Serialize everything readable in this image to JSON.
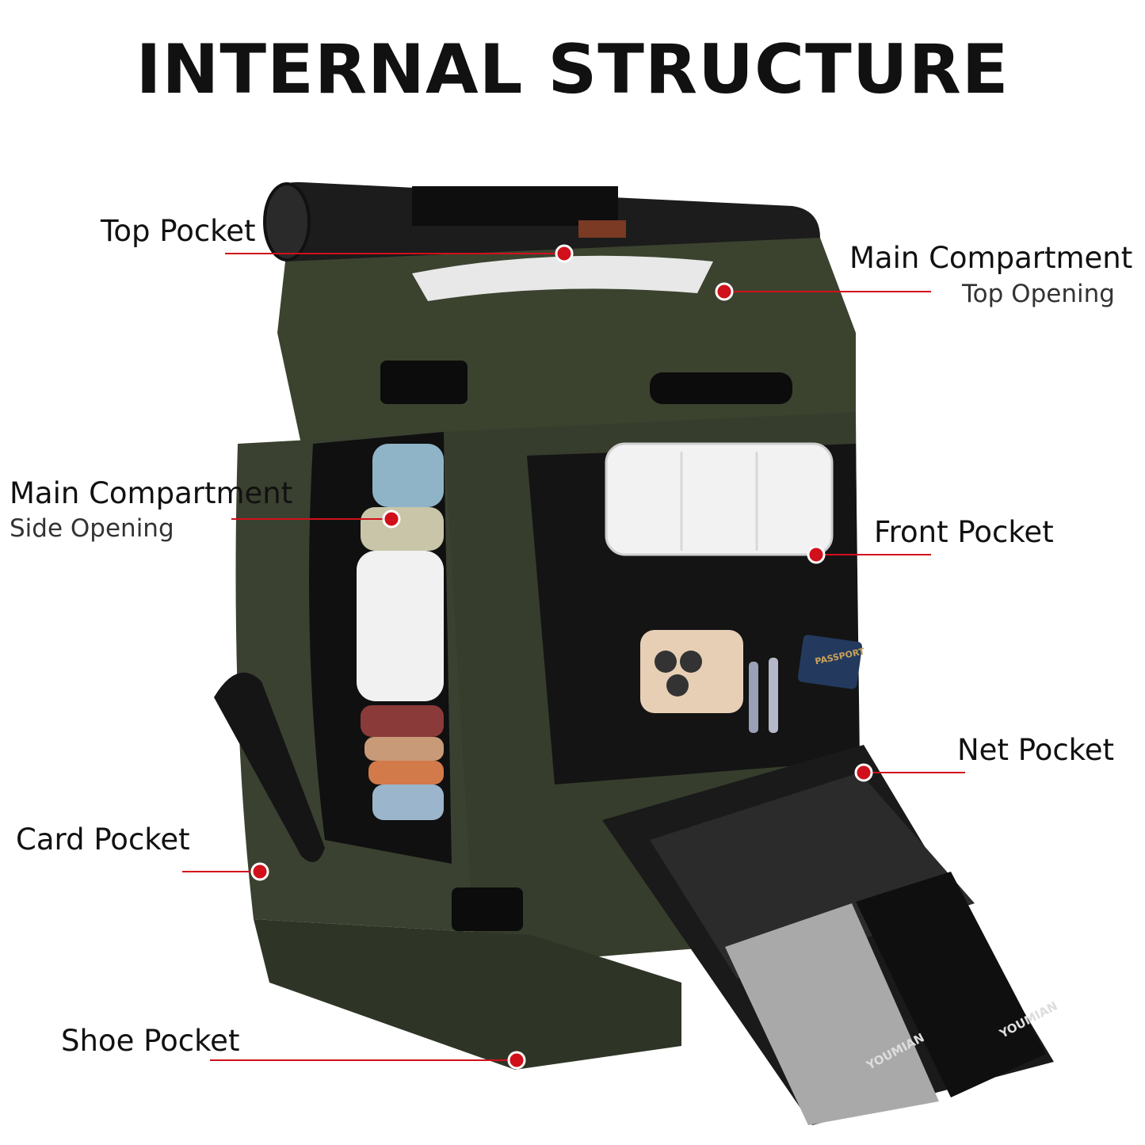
{
  "title": "INTERNAL STRUCTURE",
  "callouts": {
    "top_pocket": "Top Pocket",
    "main_top": "Main Compartment",
    "main_top_sub": "Top Opening",
    "main_side": "Main Compartment",
    "main_side_sub": "Side Opening",
    "front_pocket": "Front Pocket",
    "net_pocket": "Net Pocket",
    "card_pocket": "Card Pocket",
    "shoe_pocket": "Shoe Pocket"
  },
  "product": {
    "brand_mark": "YOUMIAN",
    "passport_text": "PASSPORT"
  },
  "colors": {
    "callout_red": "#d0101a",
    "bag_green": "#3d4530",
    "bag_black": "#1a1a1a"
  }
}
